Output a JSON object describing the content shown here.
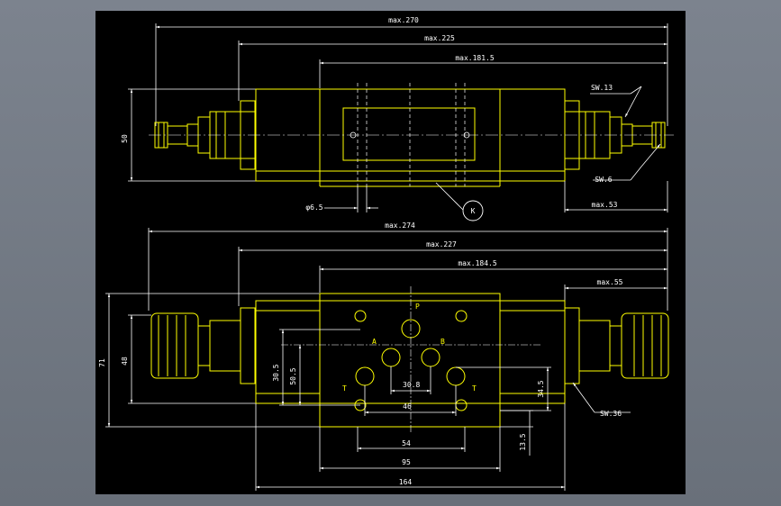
{
  "colors": {
    "background": "#000000",
    "outline": "#ffff00",
    "dimension": "#ffffff",
    "center_line": "#ffffff",
    "frame": "#747b86"
  },
  "top_view": {
    "dims": {
      "max_270": "max.270",
      "max_225": "max.225",
      "max_181_5": "max.181.5",
      "h_50": "50",
      "phi_6_5": "φ6.5",
      "max_53": "max.53",
      "sw_13": "SW.13",
      "sw_6": "SW.6"
    },
    "callout": "K"
  },
  "bottom_view": {
    "dims": {
      "max_274": "max.274",
      "max_227": "max.227",
      "max_184_5": "max.184.5",
      "max_55": "max.55",
      "h_71": "71",
      "h_48": "48",
      "d_30_5": "30.5",
      "d_50_5": "50.5",
      "d_30_8": "30.8",
      "d_46": "46",
      "d_54": "54",
      "d_95": "95",
      "d_164": "164",
      "d_13_5": "13.5",
      "d_34_5": "34.5",
      "sw_36": "SW.36"
    },
    "ports": {
      "p": "P",
      "a": "A",
      "b": "B",
      "t_left": "T",
      "t_right": "T"
    }
  }
}
